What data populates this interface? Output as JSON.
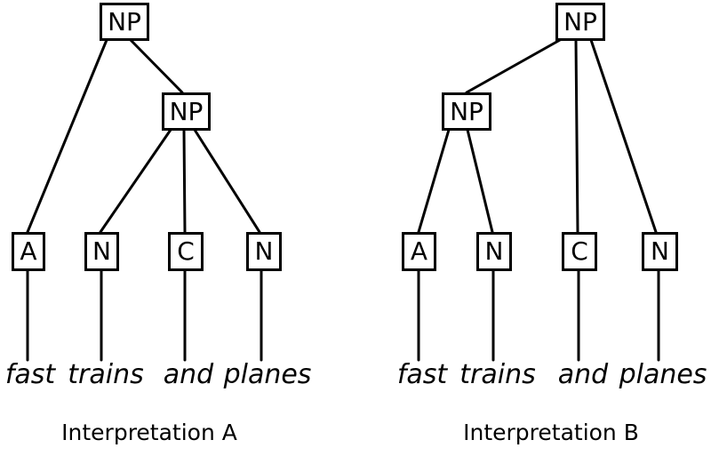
{
  "colors": {
    "background": "#ffffff",
    "line": "#000000",
    "text": "#000000"
  },
  "trees": [
    {
      "caption": "Interpretation A",
      "root_label": "NP",
      "inner_label": "NP",
      "leaf_labels": [
        "A",
        "N",
        "C",
        "N"
      ],
      "words": [
        "fast",
        "trains",
        "and",
        "planes"
      ]
    },
    {
      "caption": "Interpretation B",
      "root_label": "NP",
      "inner_label": "NP",
      "leaf_labels": [
        "A",
        "N",
        "C",
        "N"
      ],
      "words": [
        "fast",
        "trains",
        "and",
        "planes"
      ]
    }
  ]
}
